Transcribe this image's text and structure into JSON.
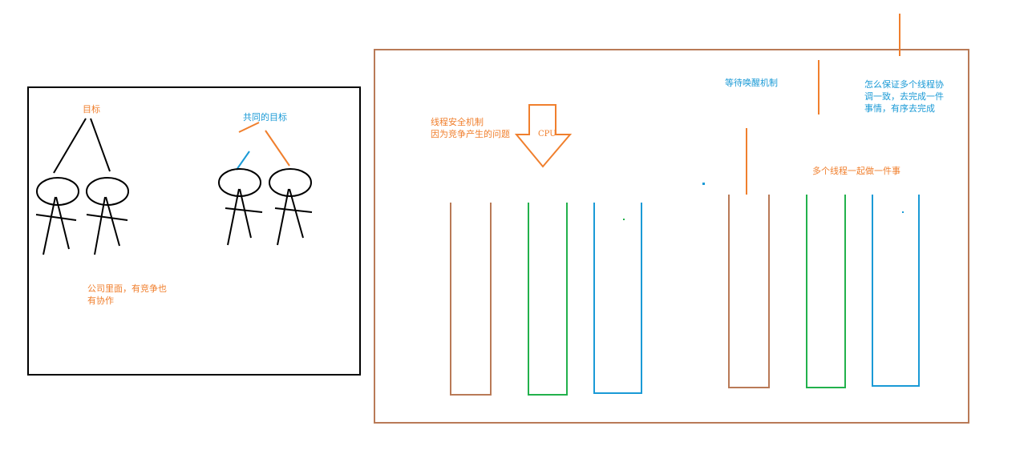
{
  "colors": {
    "black": "#000000",
    "orange": "#f07f2d",
    "blue": "#1a9ad6",
    "brown": "#b97a57",
    "green": "#22b14c"
  },
  "left_panel": {
    "goal_label": "目标",
    "shared_goal_label": "共同的目标",
    "company_note": [
      "公司里面，有竞争也",
      "有协作"
    ]
  },
  "right_panel": {
    "thread_safety_note": [
      "线程安全机制",
      "因为竞争产生的问题"
    ],
    "cpu_label": "CPU",
    "wait_notify_label": "等待唤醒机制",
    "coordination_note": [
      "怎么保证多个线程协",
      "调一致，去完成一件",
      "事情，有序去完成"
    ],
    "together_label": "多个线程一起做一件事"
  }
}
